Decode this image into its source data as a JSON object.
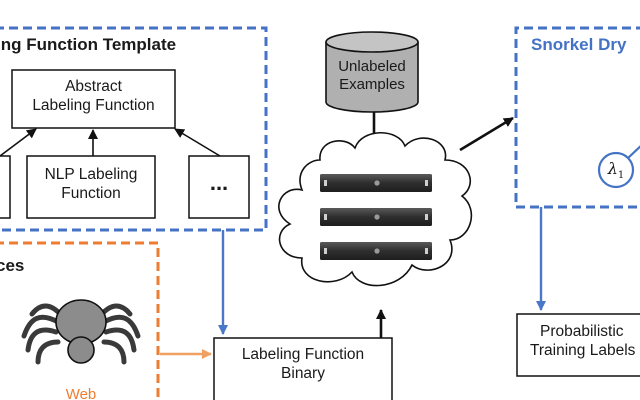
{
  "template": {
    "title": "ing Function Template",
    "abstract_lf": [
      "Abstract",
      "Labeling Function"
    ],
    "nlp_lf": [
      "NLP Labeling",
      "Function"
    ],
    "ellipsis": "..."
  },
  "sources": {
    "title": "ces",
    "web_label": "Web"
  },
  "unlabeled": [
    "Unlabeled",
    "Examples"
  ],
  "lf_binary": [
    "Labeling Function",
    "Binary"
  ],
  "snorkel": {
    "title": "Snorkel Dry",
    "lambda": "λ",
    "lambda_sub": "1"
  },
  "probabilistic": [
    "Probabilistic",
    "Training Labels"
  ],
  "colors": {
    "blue_dash": "#4472c4",
    "orange_dash": "#ed7d31",
    "blue_arrow": "#4a78c8",
    "orange_arrow": "#f0a060",
    "cylinder": "#b0b0b0",
    "bug": "#8c8c8c",
    "server": "#3c3c3c"
  }
}
